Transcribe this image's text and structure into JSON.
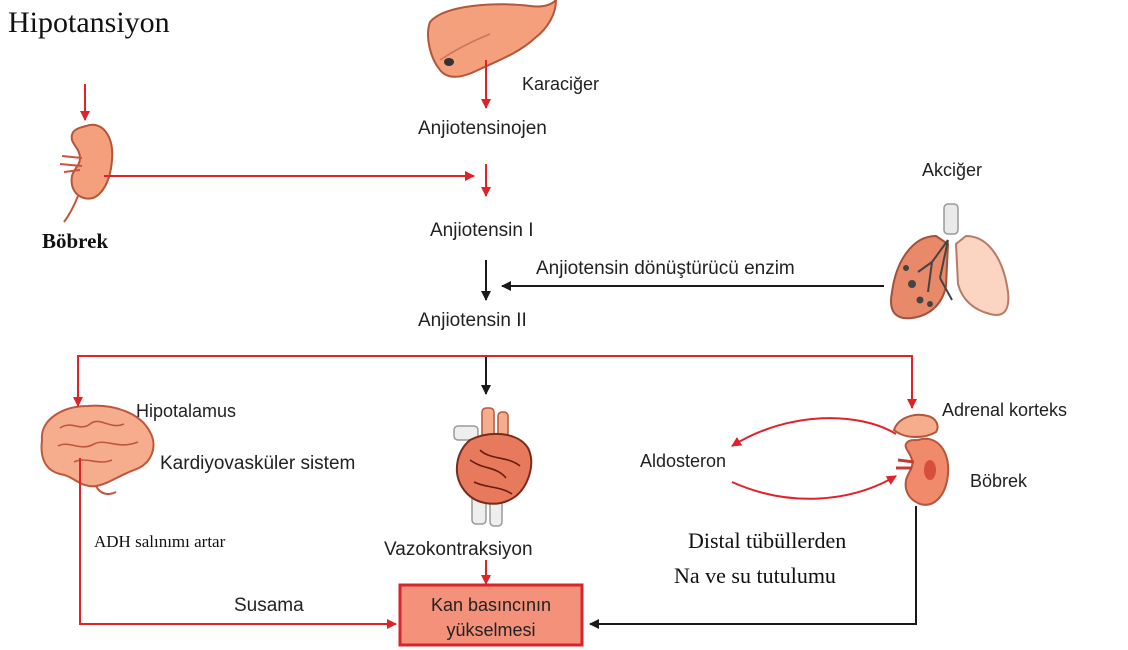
{
  "title": "Hipotansiyon",
  "nodes": {
    "karaciger": "Karaciğer",
    "anjiotensinojen": "Anjiotensinojen",
    "bobrek_left": "Böbrek",
    "anjiotensin_1": "Anjiotensin I",
    "akciger": "Akciğer",
    "ace": "Anjiotensin dönüştürücü enzim",
    "anjiotensin_2": "Anjiotensin II",
    "hipotalamus": "Hipotalamus",
    "kardiyovaskuler": "Kardiyovasküler sistem",
    "adrenal_korteks": "Adrenal korteks",
    "aldosteron": "Aldosteron",
    "bobrek_right": "Böbrek",
    "adh": "ADH salınımı artar",
    "vazokonstriksiyon": "Vazokontraksiyon",
    "distal_line1": "Distal tübüllerden",
    "distal_line2": "Na ve su tutulumu",
    "susama": "Susama",
    "result_line1": "Kan basıncının",
    "result_line2": "yükselmesi"
  },
  "colors": {
    "arrow_red": "#e0222a",
    "arrow_black": "#1a1a1a",
    "organ_fill": "#f4a07c",
    "organ_stroke": "#c0563a",
    "result_fill": "#f4917a",
    "result_stroke": "#d8242c"
  },
  "icons": [
    "liver-icon",
    "kidney-icon",
    "lungs-icon",
    "brain-icon",
    "heart-icon",
    "adrenal-kidney-icon"
  ]
}
